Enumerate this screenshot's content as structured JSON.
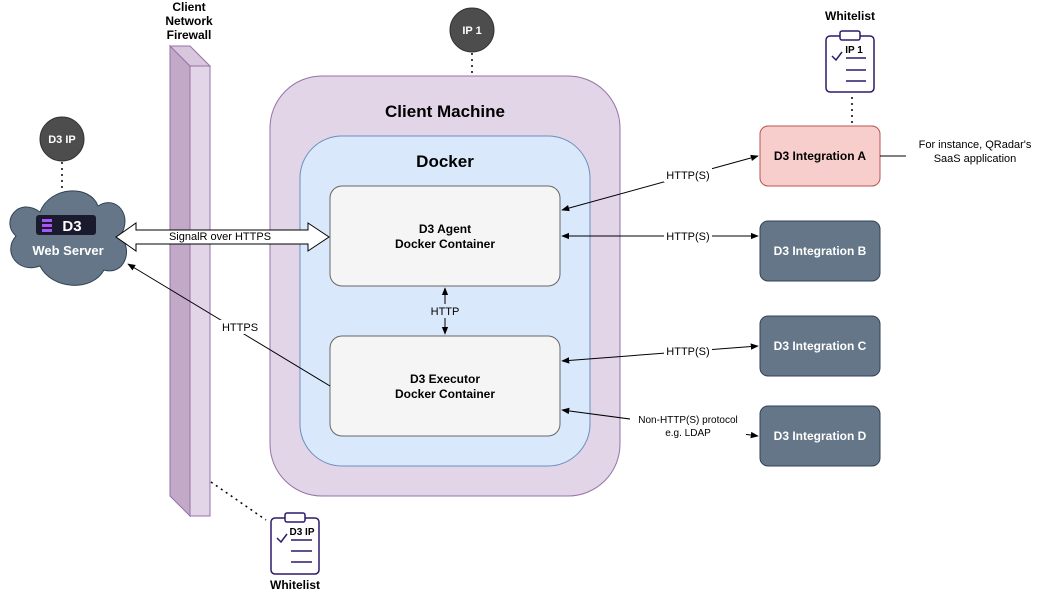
{
  "firewall": {
    "label_line1": "Client",
    "label_line2": "Network",
    "label_line3": "Firewall"
  },
  "ip1_bubble": {
    "label": "IP 1"
  },
  "d3ip_bubble": {
    "label": "D3 IP"
  },
  "client_machine": {
    "label": "Client Machine"
  },
  "docker": {
    "label": "Docker"
  },
  "agent": {
    "line1": "D3 Agent",
    "line2": "Docker Container"
  },
  "executor": {
    "line1": "D3 Executor",
    "line2": "Docker Container"
  },
  "web_server": {
    "logo": "D3",
    "label": "Web Server"
  },
  "integrations": {
    "a": "D3 Integration A",
    "b": "D3 Integration B",
    "c": "D3 Integration C",
    "d": "D3 Integration D"
  },
  "edges": {
    "signalr": "SignalR over HTTPS",
    "https": "HTTPS",
    "http": "HTTP",
    "http_a": "HTTP(S)",
    "http_b": "HTTP(S)",
    "http_c": "HTTP(S)",
    "non_http_line1": "Non-HTTP(S) protocol",
    "non_http_line2": "e.g. LDAP"
  },
  "note_a": {
    "line1": "For instance, QRadar's",
    "line2": "SaaS application"
  },
  "whitelist_top": {
    "title": "Whitelist",
    "item": "IP 1"
  },
  "whitelist_bottom": {
    "title": "Whitelist",
    "item": "D3 IP"
  },
  "colors": {
    "client_machine_fill": "#e1d5e7",
    "docker_fill": "#dae8fc",
    "container_fill": "#f5f5f5",
    "integration_a_fill": "#f8cecc",
    "integration_fill": "#647687",
    "cloud_fill": "#647687",
    "bubble_fill": "#4d4d4d",
    "whitelist_stroke": "#2e1a6b"
  }
}
